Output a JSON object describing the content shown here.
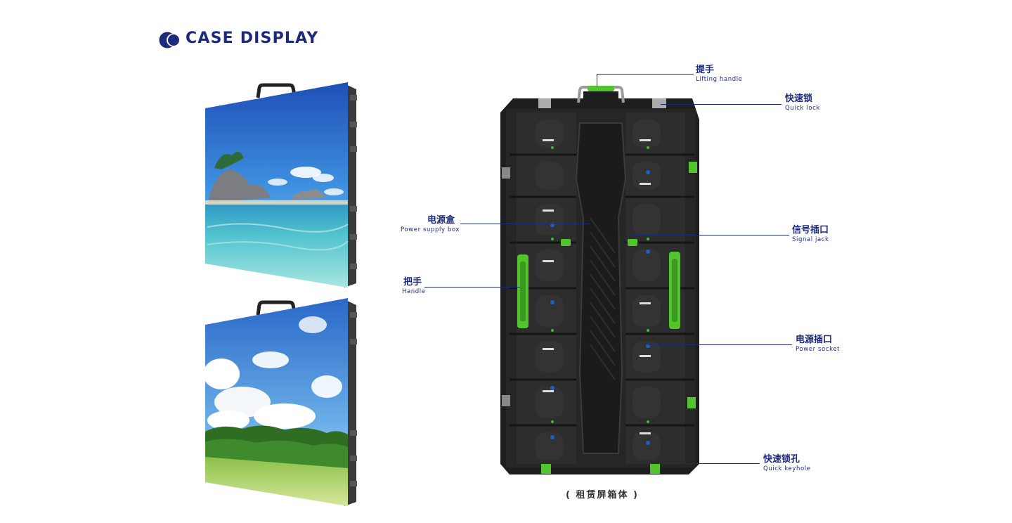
{
  "header": {
    "title": "CASE DISPLAY",
    "accent_color": "#1c2a7e",
    "logo_icon": "double-circle-logo"
  },
  "images": {
    "panel_top": "beach-island-scene",
    "panel_bottom": "sky-clouds-meadow-scene",
    "cabinet": "led-rental-cabinet-back"
  },
  "callouts": {
    "lifting_handle": {
      "cn": "提手",
      "en": "Lifting handle"
    },
    "quick_lock": {
      "cn": "快速锁",
      "en": "Quick lock"
    },
    "power_supply_box": {
      "cn": "电源盒",
      "en": "Power supply box"
    },
    "signal_jack": {
      "cn": "信号插口",
      "en": "Signal jack"
    },
    "handle": {
      "cn": "把手",
      "en": "Handle"
    },
    "power_socket": {
      "cn": "电源插口",
      "en": "Power socket"
    },
    "quick_keyhole": {
      "cn": "快速锁孔",
      "en": "Quick keyhole"
    }
  },
  "caption": "( 租赁屏箱体 )"
}
